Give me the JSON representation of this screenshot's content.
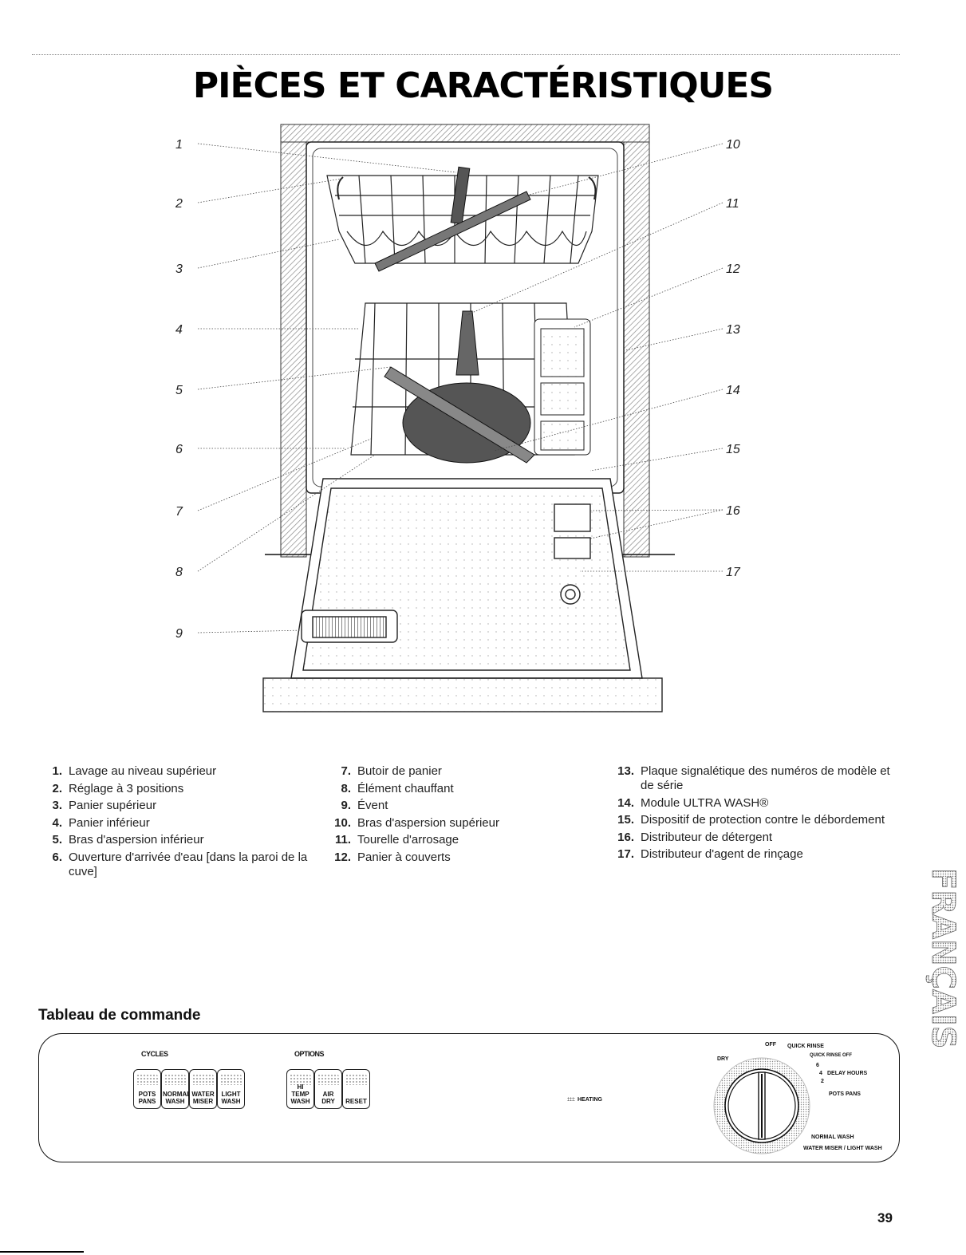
{
  "title": "PIÈCES ET CARACTÉRISTIQUES",
  "diagram": {
    "callouts_left": [
      "1",
      "2",
      "3",
      "4",
      "5",
      "6",
      "7",
      "8",
      "9"
    ],
    "callouts_right": [
      "10",
      "11",
      "12",
      "13",
      "14",
      "15",
      "16",
      "17"
    ]
  },
  "parts": {
    "col1": [
      {
        "num": "1.",
        "text": "Lavage au niveau supérieur"
      },
      {
        "num": "2.",
        "text": "Réglage à 3 positions"
      },
      {
        "num": "3.",
        "text": "Panier supérieur"
      },
      {
        "num": "4.",
        "text": "Panier inférieur"
      },
      {
        "num": "5.",
        "text": "Bras d'aspersion inférieur"
      },
      {
        "num": "6.",
        "text": "Ouverture d'arrivée d'eau [dans la paroi de la cuve]"
      }
    ],
    "col2": [
      {
        "num": "7.",
        "text": "Butoir de panier"
      },
      {
        "num": "8.",
        "text": "Élément chauffant"
      },
      {
        "num": "9.",
        "text": "Évent"
      },
      {
        "num": "10.",
        "text": "Bras d'aspersion supérieur"
      },
      {
        "num": "11.",
        "text": "Tourelle d'arrosage"
      },
      {
        "num": "12.",
        "text": "Panier à couverts"
      }
    ],
    "col3": [
      {
        "num": "13.",
        "text": "Plaque signalétique des numéros de modèle et de série"
      },
      {
        "num": "14.",
        "text": "Module ULTRA WASH®"
      },
      {
        "num": "15.",
        "text": "Dispositif de protection contre le débordement"
      },
      {
        "num": "16.",
        "text": "Distributeur de détergent"
      },
      {
        "num": "17.",
        "text": "Distributeur d'agent de rinçage"
      }
    ]
  },
  "side_tab": "FRANÇAIS",
  "control_panel": {
    "section_title": "Tableau de commande",
    "cycles_label": "CYCLES",
    "options_label": "OPTIONS",
    "cycles": [
      {
        "id": "pots-pans",
        "label": "POTS\nPANS"
      },
      {
        "id": "normal-wash",
        "label": "NORMAL\nWASH"
      },
      {
        "id": "water-miser",
        "label": "WATER\nMISER"
      },
      {
        "id": "light-wash",
        "label": "LIGHT\nWASH"
      }
    ],
    "options": [
      {
        "id": "hi-temp-wash",
        "label": "HI TEMP\nWASH"
      },
      {
        "id": "air-dry",
        "label": "AIR\nDRY"
      },
      {
        "id": "reset",
        "label": "RESET"
      }
    ],
    "heating_label": "HEATING",
    "dial": {
      "off": "OFF",
      "quick_rinse": "QUICK RINSE",
      "quick_rinse_off": "QUICK RINSE OFF",
      "delay_6": "6",
      "delay_4": "4",
      "delay_2": "2",
      "delay_hours": "DELAY HOURS",
      "pots_pans": "POTS PANS",
      "normal_wash": "NORMAL WASH",
      "water_miser_light_wash": "WATER MISER / LIGHT WASH",
      "dry": "DRY"
    }
  },
  "page_number": "39"
}
